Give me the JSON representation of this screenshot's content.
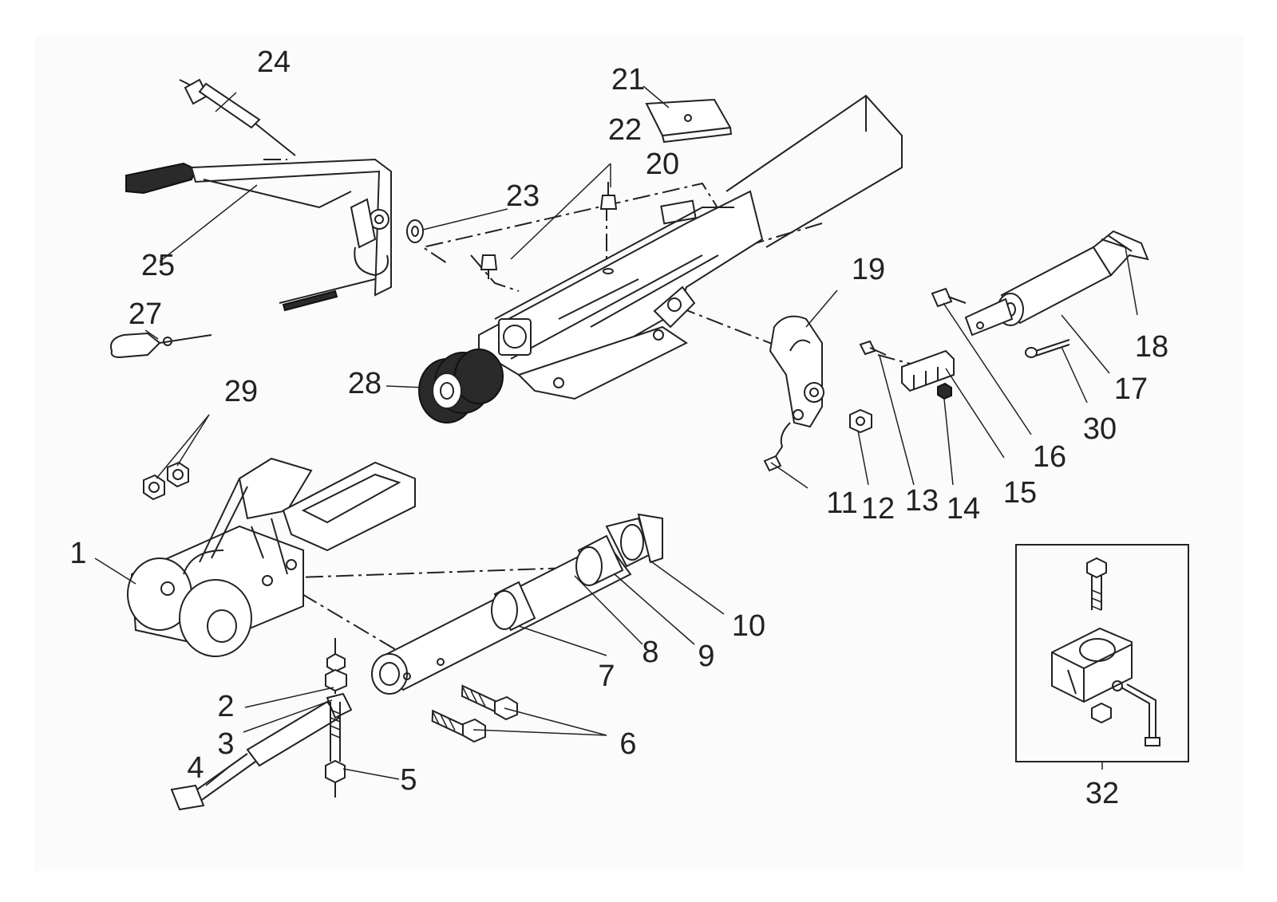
{
  "callouts": [
    {
      "id": "1",
      "label": "1"
    },
    {
      "id": "2",
      "label": "2"
    },
    {
      "id": "3",
      "label": "3"
    },
    {
      "id": "4",
      "label": "4"
    },
    {
      "id": "5",
      "label": "5"
    },
    {
      "id": "6",
      "label": "6"
    },
    {
      "id": "7",
      "label": "7"
    },
    {
      "id": "8",
      "label": "8"
    },
    {
      "id": "9",
      "label": "9"
    },
    {
      "id": "10",
      "label": "10"
    },
    {
      "id": "11",
      "label": "11"
    },
    {
      "id": "12",
      "label": "12"
    },
    {
      "id": "13",
      "label": "13"
    },
    {
      "id": "14",
      "label": "14"
    },
    {
      "id": "15",
      "label": "15"
    },
    {
      "id": "16",
      "label": "16"
    },
    {
      "id": "17",
      "label": "17"
    },
    {
      "id": "18",
      "label": "18"
    },
    {
      "id": "19",
      "label": "19"
    },
    {
      "id": "20",
      "label": "20"
    },
    {
      "id": "21",
      "label": "21"
    },
    {
      "id": "22",
      "label": "22"
    },
    {
      "id": "23",
      "label": "23"
    },
    {
      "id": "24",
      "label": "24"
    },
    {
      "id": "25",
      "label": "25"
    },
    {
      "id": "27",
      "label": "27"
    },
    {
      "id": "28",
      "label": "28"
    },
    {
      "id": "29",
      "label": "29"
    },
    {
      "id": "30",
      "label": "30"
    },
    {
      "id": "32",
      "label": "32"
    }
  ]
}
